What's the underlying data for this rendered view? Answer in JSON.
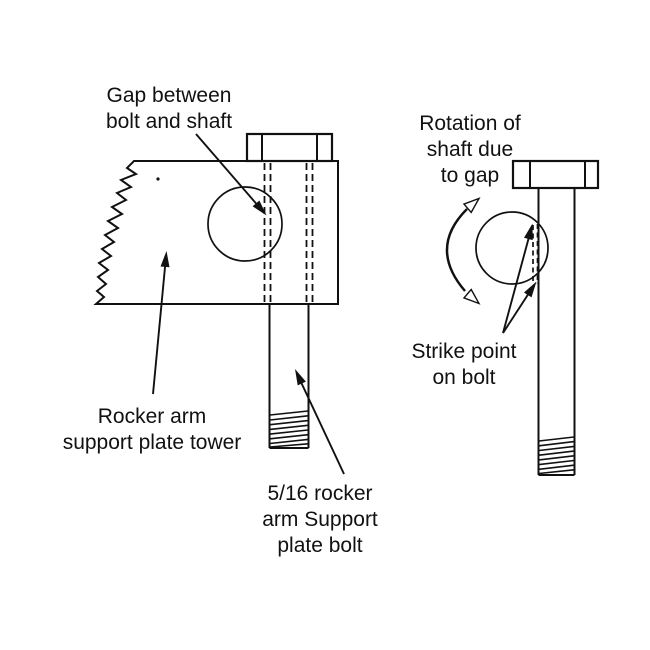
{
  "figure": {
    "type": "technical-line-diagram",
    "subject": "Rocker arm support plate bolt gap and strike point"
  },
  "colors": {
    "ink": "#111111",
    "background": "#ffffff"
  },
  "labels": {
    "gap": {
      "lines": [
        "Gap between",
        "bolt and shaft"
      ]
    },
    "rotation": {
      "lines": [
        "Rotation of",
        "shaft due",
        "to gap"
      ]
    },
    "strike": {
      "lines": [
        "Strike point",
        "on bolt"
      ]
    },
    "tower": {
      "lines": [
        "Rocker arm",
        "support plate tower"
      ]
    },
    "bolt516": {
      "lines": [
        "5/16 rocker",
        "arm Support",
        "plate bolt"
      ]
    }
  }
}
